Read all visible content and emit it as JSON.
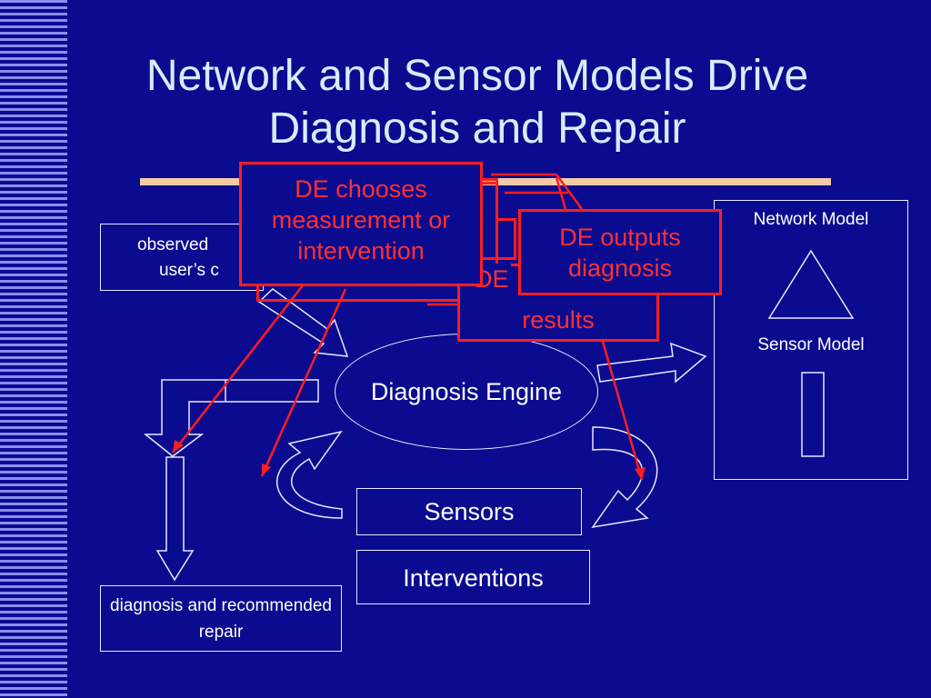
{
  "slide": {
    "title_line1": "Network and Sensor Models Drive",
    "title_line2": "Diagnosis and Repair"
  },
  "diagram": {
    "observed_box_text_left": "observed",
    "observed_box_text_left2": "user’s c",
    "diagnosis_engine": "Diagnosis Engine",
    "sensors": "Sensors",
    "interventions": "Interventions",
    "output_box": "diagnosis and recommended repair",
    "network_model": "Network Model",
    "sensor_model": "Sensor Model"
  },
  "callouts": {
    "chooses": "DE chooses measurement or intervention",
    "outputs": "DE outputs diagnosis",
    "results": "results",
    "de_partial": "DE"
  },
  "colors": {
    "background": "#0b0b8f",
    "callout": "#ff1e1e",
    "title": "#d7ecff",
    "rule": "#f4c9a6"
  }
}
